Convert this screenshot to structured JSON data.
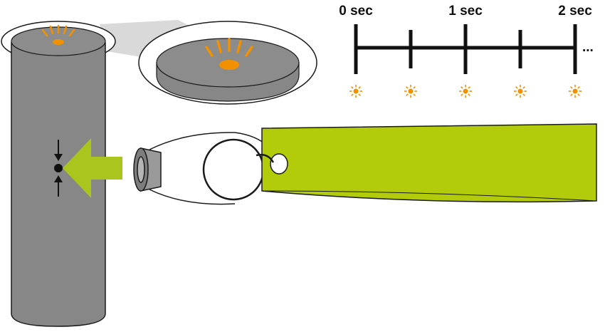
{
  "timeline": {
    "labels": [
      "0 sec",
      "1 sec",
      "2 sec"
    ],
    "continuation": "...",
    "flash_count": 5
  },
  "colors": {
    "device_body": "#878787",
    "device_outline": "#1a1a1a",
    "flash_light": "#f29100",
    "tag_green": "#b2cc0b",
    "arrow_green": "#aac51e",
    "magnifier_shade": "#d9d9d9",
    "ink": "#111111"
  },
  "icons": {
    "flash": "sun-flash-icon",
    "magnet_arrow": "big-arrow-icon",
    "sensor_pinch": "pinch-arrows-icon"
  }
}
